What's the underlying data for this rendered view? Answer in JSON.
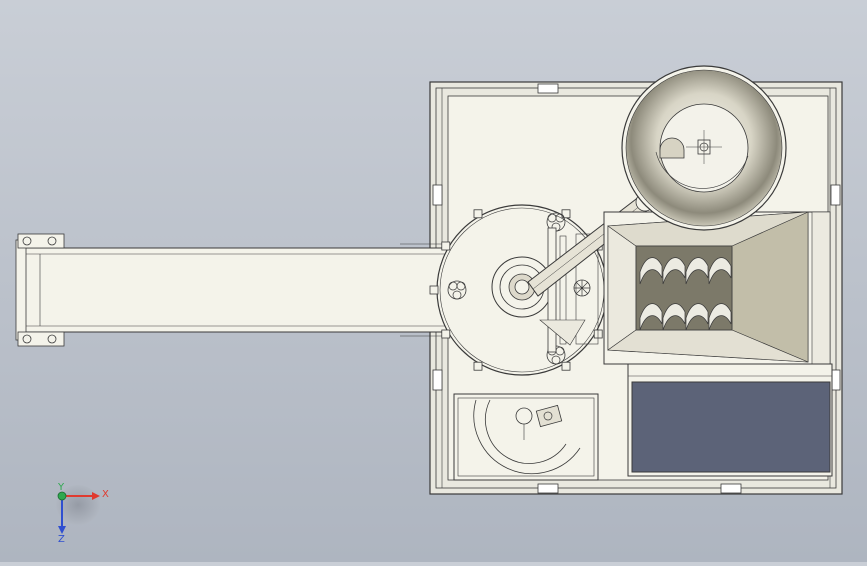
{
  "triad": {
    "x_label": "X",
    "y_label": "Y",
    "z_label": "Z",
    "x_color": "#e03a2f",
    "y_color": "#2fa84f",
    "z_color": "#2f4fd0"
  },
  "colors": {
    "background_top": "#c9ced6",
    "background_bottom": "#aeb5c0",
    "part_fill": "#f4f3ea",
    "line": "#3a3a3a",
    "screen": "#5c6378",
    "hopper_dark": "#6d6a5c"
  },
  "model": {
    "parts": [
      "frame",
      "conveyor",
      "rotary-table",
      "funnel",
      "auger-hopper",
      "bowl-tray",
      "display-panel"
    ]
  }
}
